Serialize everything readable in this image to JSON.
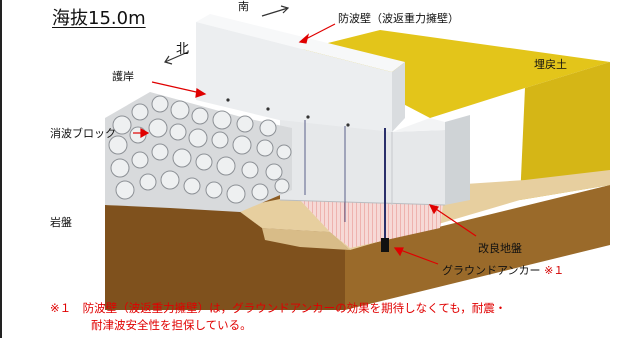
{
  "elevation": "海抜15.0m",
  "labels": {
    "south": "南",
    "north": "北",
    "seawall": "防波壁（波返重力擁壁）",
    "backfill": "埋戻土",
    "revetment": "護岸",
    "wave_blocks": "消波ブロック",
    "bedrock": "岩盤",
    "improved_ground": "改良地盤",
    "ground_anchor": "グラウンドアンカー",
    "ground_anchor_mark": "※１"
  },
  "footnote": {
    "line1": "※１　防波壁（波返重力擁壁）は，グラウンドアンカーの効果を期待しなくても，耐震・",
    "line2": "耐津波安全性を担保している。"
  },
  "colors": {
    "accent_red": "#e00000",
    "backfill_yellow": "#e3c51a",
    "bedrock_brown": "#8a5a22",
    "wall_gray": "#eef0f2"
  }
}
